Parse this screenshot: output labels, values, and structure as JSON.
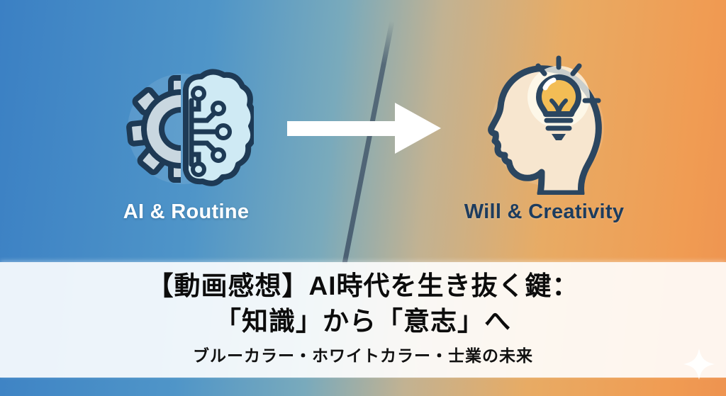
{
  "left_panel": {
    "label": "AI & Routine",
    "icon": "gear-brain-circuit-icon",
    "bg_color": "#3b80c4",
    "label_color": "#ffffff"
  },
  "right_panel": {
    "label": "Will & Creativity",
    "icon": "head-lightbulb-icon",
    "bg_color": "#ef9a52",
    "label_color": "#1d3c5e"
  },
  "arrow": {
    "icon": "right-arrow-icon",
    "color": "#ffffff"
  },
  "divider": {
    "color": "#3f5368"
  },
  "banner": {
    "title_line1": "【動画感想】AI時代を生き抜く鍵：",
    "title_line2": "「知識」から「意志」へ",
    "subtitle": "ブルーカラー・ホワイトカラー・士業の未来",
    "bg_color": "rgba(255,255,255,0.90)",
    "text_color": "#0c0c0c"
  },
  "sparkle": {
    "icon": "sparkle-icon",
    "color": "#ffffff"
  },
  "colors": {
    "gradient_left": "#3b80c4",
    "gradient_right": "#ee9350",
    "icon_outline": "#1e3a55",
    "gear_fill": "#c9d7e0",
    "brain_fill": "#cfeaf4",
    "head_fill": "#f7e6cf",
    "bulb_fill": "#f3bd55"
  }
}
